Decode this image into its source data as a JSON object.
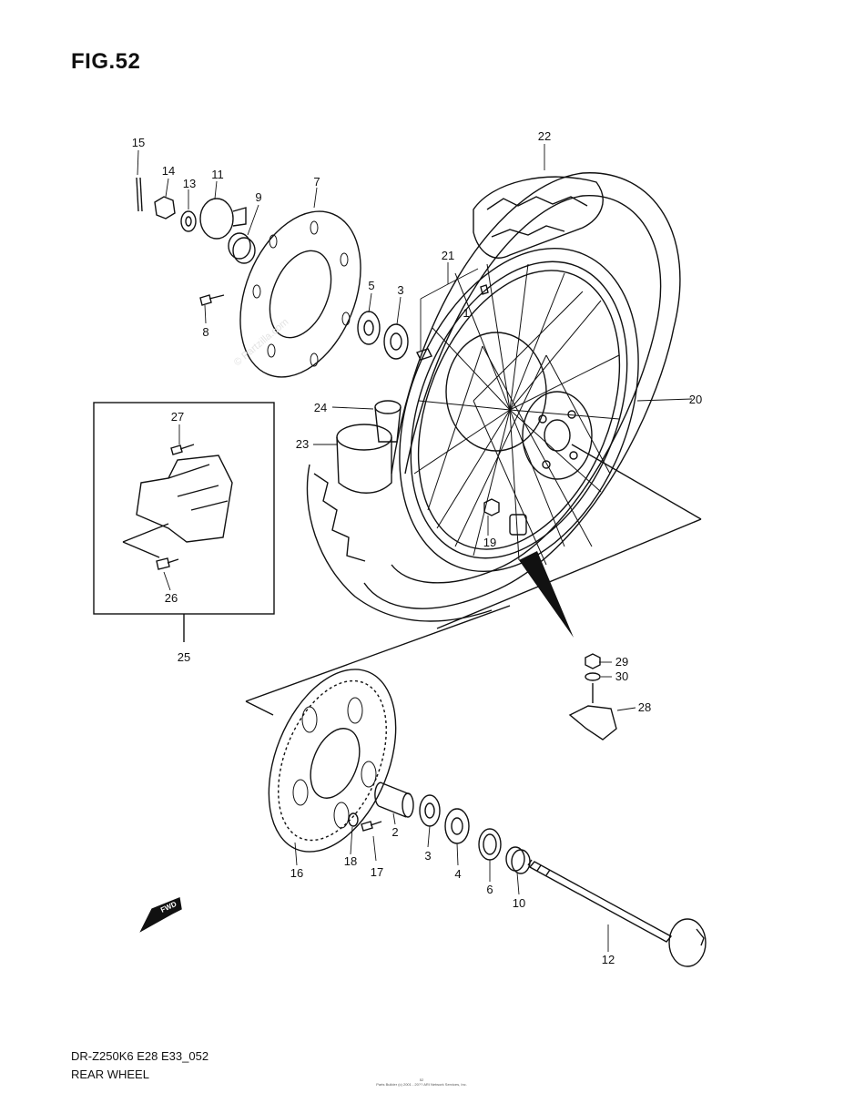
{
  "figure": {
    "title": "FIG.52",
    "model_code": "DR-Z250K6 E28 E33_052",
    "section_name": "REAR WHEEL",
    "footer_id": "52",
    "footer_copyright": "Parts Builder (c) 2001 - 20?? ARI Network Services, Inc."
  },
  "watermark": {
    "text": "© Partzilla.com"
  },
  "fwd_label": "FWD",
  "callouts": [
    "1",
    "2",
    "3",
    "3",
    "4",
    "5",
    "6",
    "7",
    "8",
    "9",
    "10",
    "11",
    "12",
    "13",
    "14",
    "15",
    "16",
    "17",
    "18",
    "19",
    "20",
    "21",
    "22",
    "23",
    "24",
    "25",
    "26",
    "27",
    "28",
    "29",
    "30"
  ],
  "colors": {
    "line": "#111111",
    "watermark": "#e3e3e3"
  }
}
